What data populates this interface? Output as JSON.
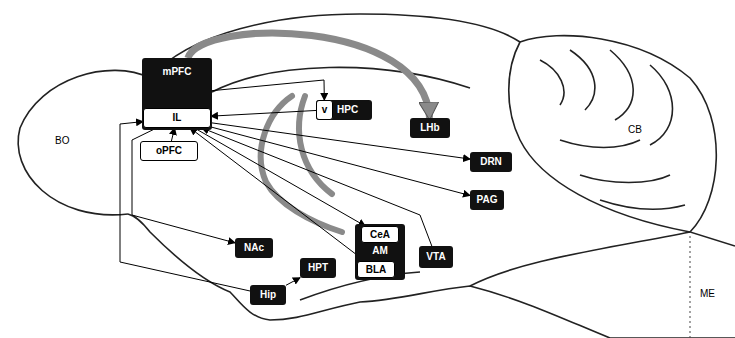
{
  "diagram": {
    "nodes": [
      {
        "text": [
          "mPFC"
        ]
      },
      {
        "text": [
          "IL"
        ],
        "in": 0
      },
      {
        "text": [
          "oPFC"
        ]
      },
      {
        "text": [
          "HPC"
        ]
      },
      {
        "text": [
          "v"
        ],
        "in": 3
      },
      {
        "text": [
          "LHb"
        ]
      },
      {
        "text": [
          "DRN"
        ]
      },
      {
        "text": [
          "PAG"
        ]
      },
      {
        "text": [
          "AM"
        ]
      },
      {
        "text": [
          "CeA"
        ],
        "in": 8
      },
      {
        "text": [
          "BLA"
        ],
        "in": 8
      },
      {
        "text": [
          "NAc"
        ]
      },
      {
        "text": [
          "VTA"
        ]
      },
      {
        "text": [
          "HPT"
        ]
      },
      {
        "text": [
          "Hip"
        ]
      }
    ],
    "edges": [
      {
        "from": 0,
        "to": 5,
        "arrow": "to"
      },
      {
        "from": 0,
        "to": 4,
        "arrow": "to"
      },
      {
        "from": 4,
        "to": 1,
        "arrow": "to"
      },
      {
        "from": 1,
        "to": 6,
        "arrow": "to"
      },
      {
        "from": 1,
        "to": 7,
        "arrow": "to"
      },
      {
        "from": 1,
        "to": 9,
        "arrow": "to"
      },
      {
        "from": 10,
        "to": 1,
        "arrow": "to"
      },
      {
        "from": 12,
        "to": 1,
        "arrow": "to"
      },
      {
        "from": 2,
        "to": 1,
        "arrow": "to"
      },
      {
        "from": 1,
        "to": 11,
        "arrow": "to"
      },
      {
        "from": 14,
        "to": 1,
        "arrow": "to"
      },
      {
        "from": 14,
        "to": 13,
        "arrow": "to"
      }
    ],
    "labels": [
      "BO",
      "CB",
      "ME"
    ]
  }
}
